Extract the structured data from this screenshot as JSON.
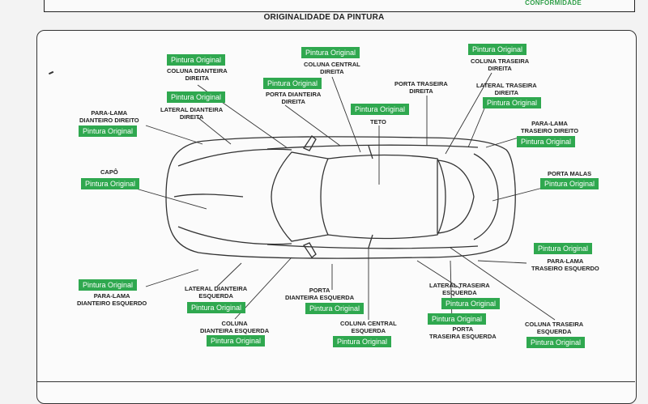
{
  "header": {
    "conformidade": "CONFORMIDADE"
  },
  "section_title": "ORIGINALIDADE DA PINTURA",
  "status_value": "Pintura Original",
  "parts": {
    "capo": "CAPÔ",
    "para_lama_dianteiro_direito": "PARA-LAMA\nDIANTEIRO DIREITO",
    "coluna_dianteira_direita": "COLUNA DIANTEIRA\nDIREITA",
    "lateral_dianteira_direita": "LATERAL DIANTEIRA\nDIREITA",
    "porta_dianteira_direita": "PORTA DIANTEIRA\nDIREITA",
    "coluna_central_direita": "COLUNA CENTRAL\nDIREITA",
    "teto": "TETO",
    "porta_traseira_direita": "PORTA TRASEIRA\nDIREITA",
    "coluna_traseira_direita": "COLUNA TRASEIRA\nDIREITA",
    "lateral_traseira_direita": "LATERAL TRASEIRA\nDIREITA",
    "para_lama_traseiro_direito": "PARA-LAMA\nTRASEIRO DIREITO",
    "porta_malas": "PORTA MALAS",
    "para_lama_traseiro_esquerdo": "PARA-LAMA\nTRASEIRO ESQUERDO",
    "coluna_traseira_esquerda": "COLUNA TRASEIRA\nESQUERDA",
    "lateral_traseira_esquerda": "LATERAL TRASEIRA\nESQUERDA",
    "porta_traseira_esquerda": "PORTA\nTRASEIRA ESQUERDA",
    "coluna_central_esquerda": "COLUNA CENTRAL\nESQUERDA",
    "porta_dianteira_esquerda": "PORTA\nDIANTEIRA ESQUERDA",
    "coluna_dianteira_esquerda": "COLUNA\nDIANTEIRA ESQUERDA",
    "lateral_dianteira_esquerda": "LATERAL DIANTEIRA\nESQUERDA",
    "para_lama_dianteiro_esquerdo": "PARA-LAMA\nDIANTEIRO ESQUERDO"
  },
  "colors": {
    "status_green": "#2fa84f",
    "line": "#333333"
  }
}
